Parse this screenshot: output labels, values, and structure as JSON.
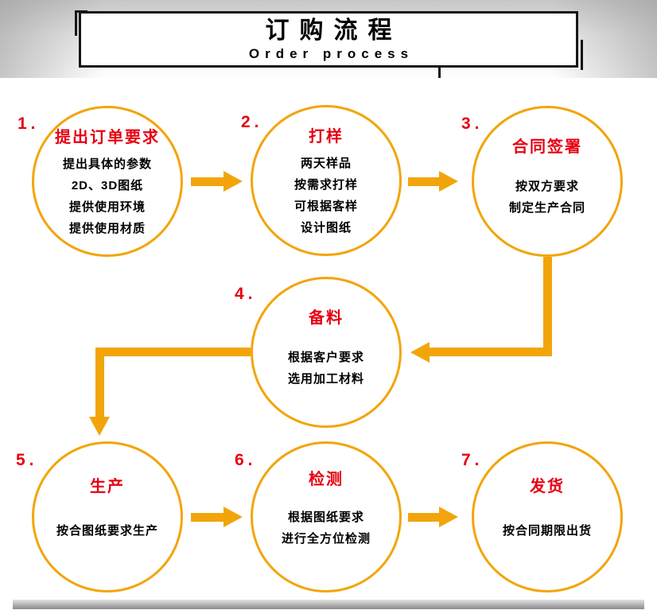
{
  "header": {
    "title": "订购流程",
    "subtitle": "Order process"
  },
  "steps": [
    {
      "num": "1.",
      "title": "提出订单要求",
      "lines": [
        "提出具体的参数",
        "2D、3D图纸",
        "提供使用环境",
        "提供使用材质"
      ]
    },
    {
      "num": "2.",
      "title": "打样",
      "lines": [
        "两天样品",
        "按需求打样",
        "可根据客样",
        "设计图纸"
      ]
    },
    {
      "num": "3.",
      "title": "合同签署",
      "lines": [
        "按双方要求",
        "制定生产合同"
      ]
    },
    {
      "num": "4.",
      "title": "备料",
      "lines": [
        "根据客户要求",
        "选用加工材料"
      ]
    },
    {
      "num": "5.",
      "title": "生产",
      "lines": [
        "按合图纸要求生产"
      ]
    },
    {
      "num": "6.",
      "title": "检测",
      "lines": [
        "根据图纸要求",
        "进行全方位检测"
      ]
    },
    {
      "num": "7.",
      "title": "发货",
      "lines": [
        "按合同期限出货"
      ]
    }
  ],
  "colors": {
    "accent": "#F2A50A",
    "title_red": "#E60012"
  }
}
